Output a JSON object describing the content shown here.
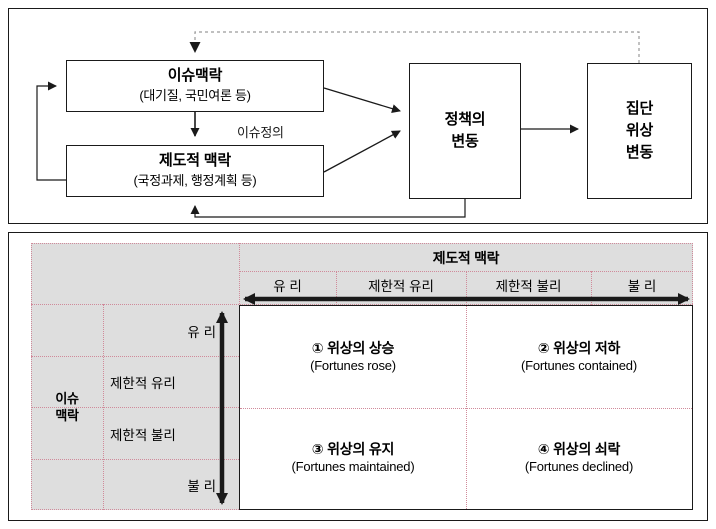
{
  "flow": {
    "nodes": [
      {
        "id": "issue-context",
        "title": "이슈맥락",
        "sub": "(대기질, 국민여론 등)"
      },
      {
        "id": "institutional-context",
        "title": "제도적 맥락",
        "sub": "(국정과제, 행정계획 등)"
      },
      {
        "id": "policy-change",
        "line1": "정책의",
        "line2": "변동"
      },
      {
        "id": "group-status-change",
        "line1": "집단",
        "line2": "위상",
        "line3": "변동"
      }
    ],
    "edge_label": "이슈정의"
  },
  "matrix": {
    "column_header_title": "제도적 맥락",
    "column_headers": [
      "유 리",
      "제한적 유리",
      "제한적 불리",
      "불 리"
    ],
    "row_header_title_line1": "이슈",
    "row_header_title_line2": "맥락",
    "row_headers": [
      "유 리",
      "제한적 유리",
      "제한적 불리",
      "불 리"
    ],
    "quadrants": [
      {
        "id": "quadrant-1",
        "ko": "① 위상의 상승",
        "en": "(Fortunes rose)"
      },
      {
        "id": "quadrant-2",
        "ko": "② 위상의 저하",
        "en": "(Fortunes contained)"
      },
      {
        "id": "quadrant-3",
        "ko": "③ 위상의 유지",
        "en": "(Fortunes maintained)"
      },
      {
        "id": "quadrant-4",
        "ko": "④ 위상의 쇠락",
        "en": "(Fortunes declined)"
      }
    ]
  },
  "colors": {
    "line": "#1a1a1a",
    "grid_dotted": "#d08a9a",
    "panel_grey": "#dedede",
    "panel_white": "#ffffff"
  }
}
